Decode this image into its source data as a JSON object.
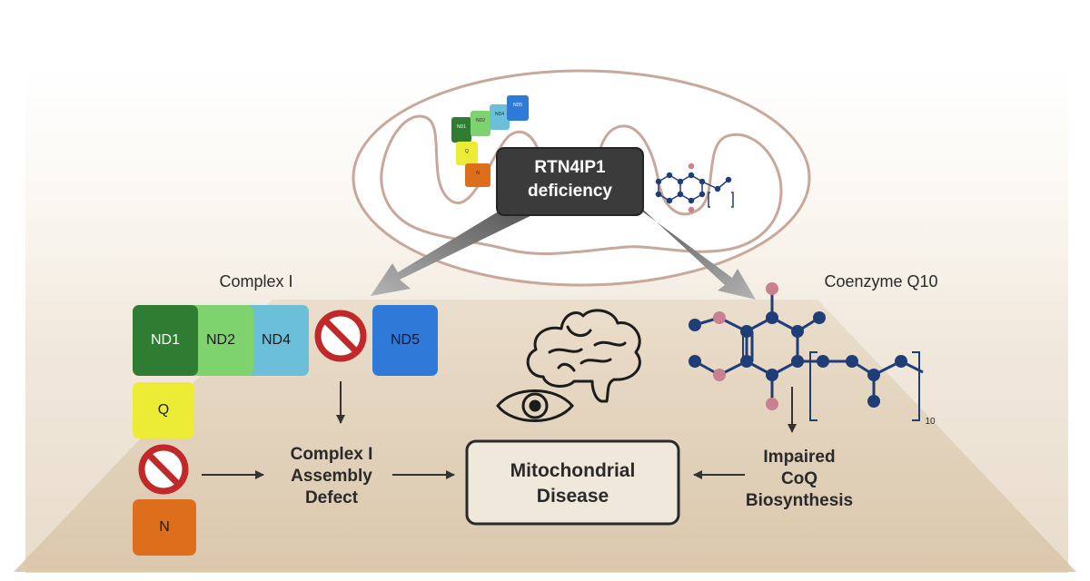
{
  "deficiency": {
    "line1": "RTN4IP1",
    "line2": "deficiency"
  },
  "complex_i": {
    "title": "Complex I",
    "subunits": {
      "nd1": "ND1",
      "nd2": "ND2",
      "nd4": "ND4",
      "nd5": "ND5",
      "q": "Q",
      "n": "N"
    },
    "colors": {
      "nd1": "#2f7d32",
      "nd2": "#7fd36e",
      "nd4": "#6bbfd8",
      "nd5": "#2f79d8",
      "q": "#ecec37",
      "n": "#dd6f1c"
    }
  },
  "coenzyme": {
    "title": "Coenzyme Q10",
    "subscript": "10"
  },
  "assembly_defect": {
    "line1": "Complex I",
    "line2": "Assembly",
    "line3": "Defect"
  },
  "impaired": {
    "line1": "Impaired",
    "line2": "CoQ",
    "line3": "Biosynthesis"
  },
  "disease": {
    "line1": "Mitochondrial",
    "line2": "Disease"
  },
  "colors": {
    "floor": "#e3d3bd",
    "mito_outline": "#c8a89a",
    "atom_blue": "#1f3e78",
    "atom_pink": "#c98090",
    "prohibit_red": "#c0282a"
  }
}
